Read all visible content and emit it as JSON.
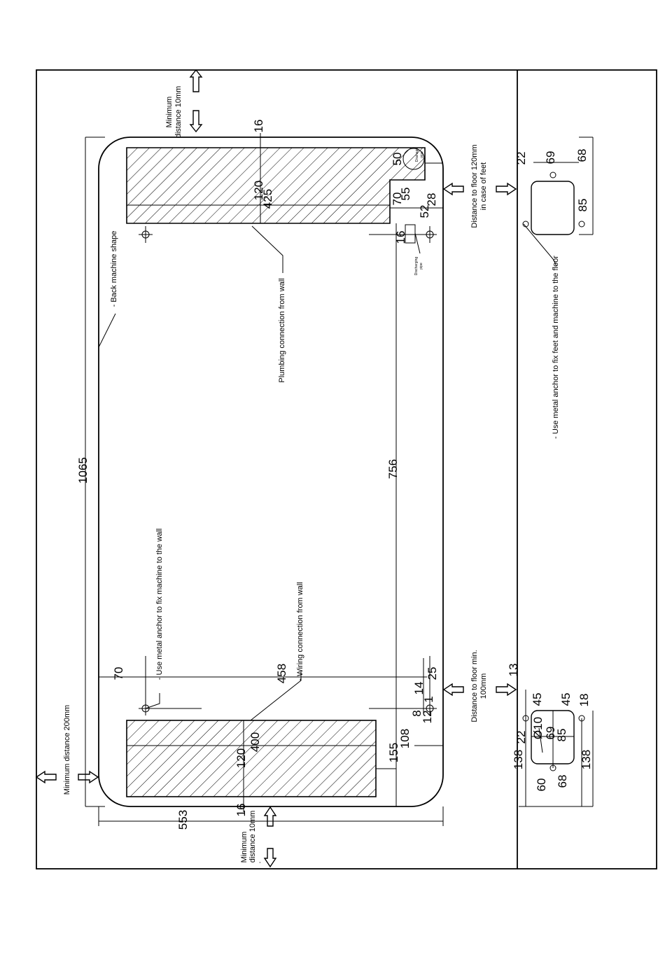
{
  "notes": {
    "min_top": [
      "Minimum",
      "distance 10mm"
    ],
    "min_bottom": [
      "Minimum",
      "distance 10mm",
      "."
    ],
    "min_left": "Minimum distance 200mm",
    "back_shape": "- Back machine shape",
    "plumbing": "Plumbing connection from wall",
    "wiring": "- Wiring connection from wall",
    "anchor_wall": "- Use metal anchor to fix machine to the wall",
    "anchor_floor": "- Use metal anchor to fix feet and machine to the floor",
    "floor_feet": [
      "Distance to floor 120mm",
      "in case of feet"
    ],
    "floor_min": [
      "Distance to floor  min.",
      "100mm"
    ],
    "drainage": [
      "Drainage",
      "pipe"
    ],
    "discharging": [
      "Discharging",
      "pipe"
    ]
  },
  "dims": {
    "d1065": "1065",
    "d553": "553",
    "d756": "756",
    "d458": "458",
    "d16a": "16",
    "d16b": "16",
    "d16c": "16",
    "d120a": "120",
    "d120b": "120",
    "d425": "425",
    "d400": "400",
    "d50": "50",
    "d70a": "70",
    "d70b": "70",
    "d55": "55",
    "d28": "28",
    "d52": "52",
    "d25": "25",
    "d14": "14",
    "d8": "8",
    "d12": "12",
    "d1": "1",
    "d108": "108",
    "d155": "155",
    "f22a": "22",
    "f69a": "69",
    "f68a": "68",
    "f85a": "85",
    "f13": "13",
    "f45a": "45",
    "f45b": "45",
    "f18": "18",
    "f10": "Ø10",
    "f22b": "22",
    "f69b": "69",
    "f85b": "85",
    "f138a": "138",
    "f138b": "138",
    "f60": "60",
    "f68b": "68"
  }
}
